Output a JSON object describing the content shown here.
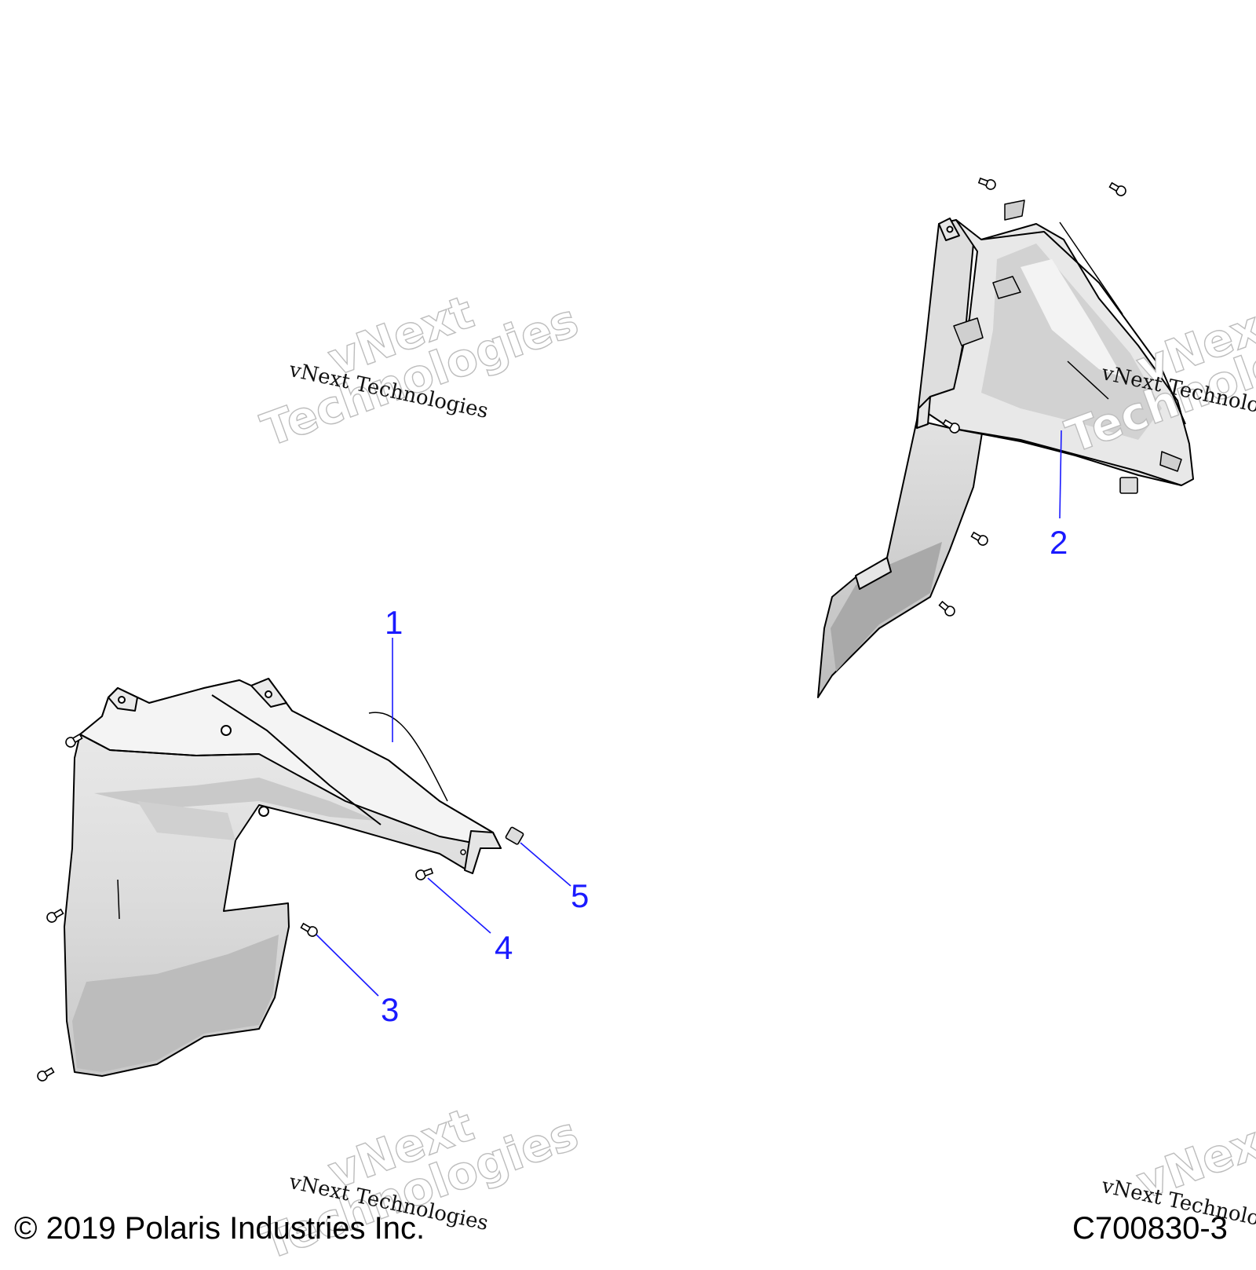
{
  "callouts": [
    {
      "label": "1"
    },
    {
      "label": "2"
    },
    {
      "label": "3"
    },
    {
      "label": "4"
    },
    {
      "label": "5"
    }
  ],
  "callout_color": "#1a1aff",
  "watermark": {
    "line_small": "vNext Technologies",
    "line_big_1": "vNext",
    "line_big_2": "Technologies"
  },
  "footer": {
    "copyright": "© 2019 Polaris Industries Inc.",
    "diagram_code": "C700830-3"
  }
}
